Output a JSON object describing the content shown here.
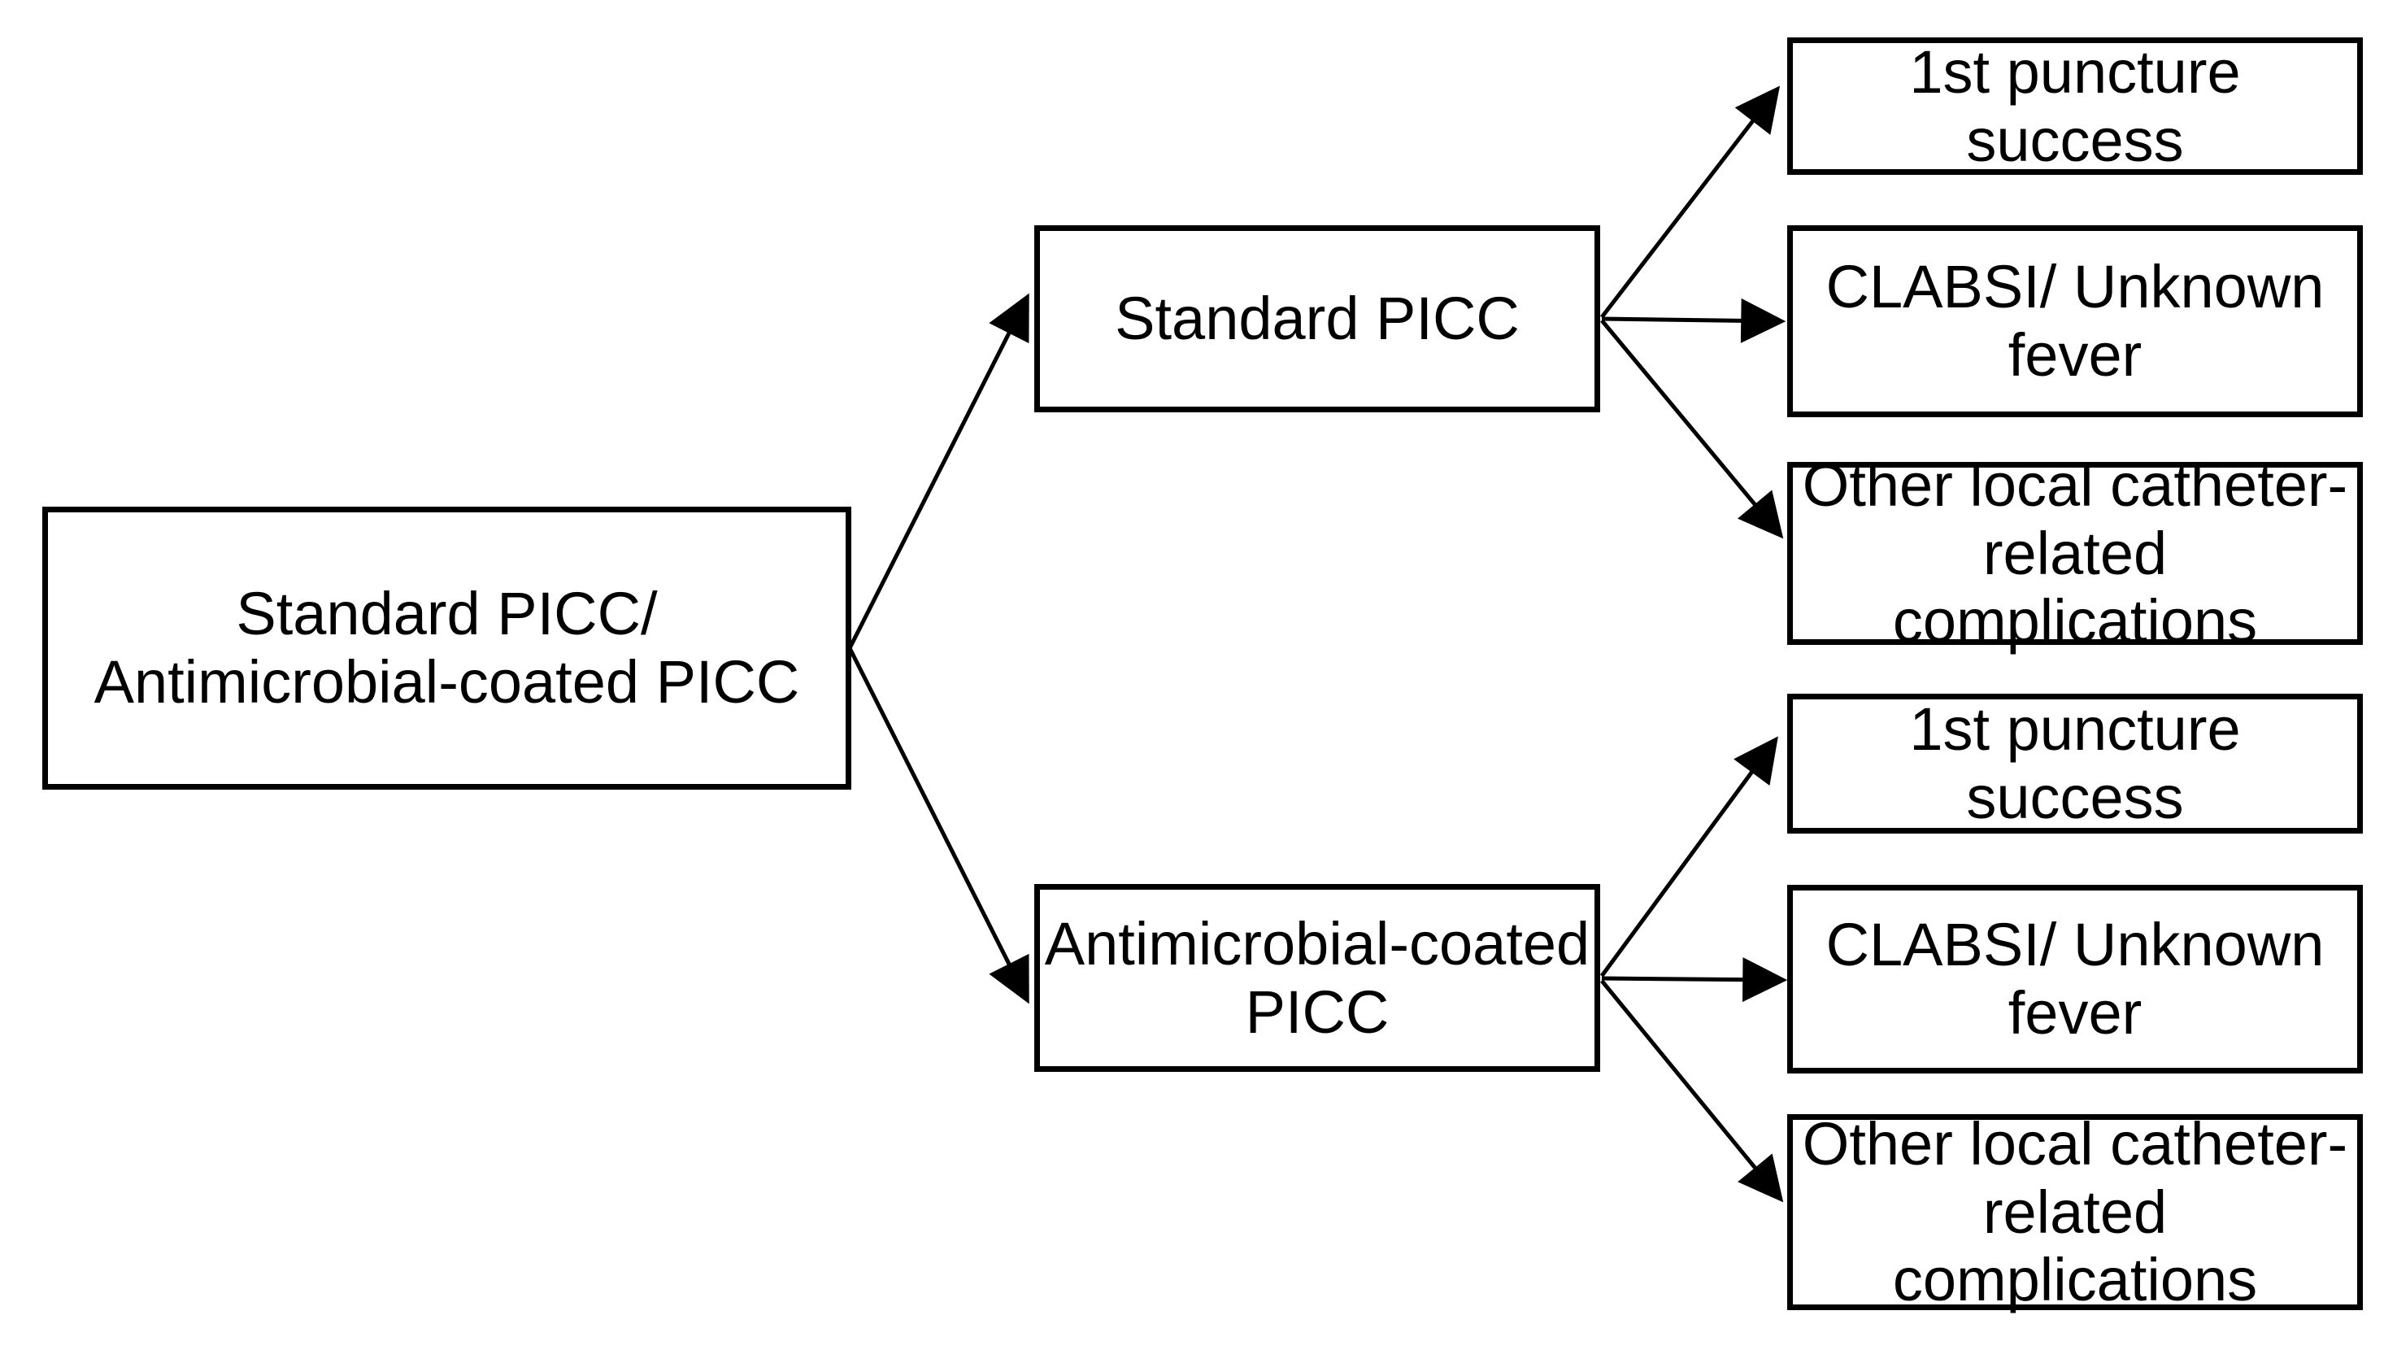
{
  "nodes": {
    "root": {
      "label": "Standard PICC/\nAntimicrobial-coated PICC"
    },
    "standard_picc": {
      "label": "Standard PICC"
    },
    "antimicrobial_picc": {
      "label": "Antimicrobial-coated\nPICC"
    },
    "std_puncture": {
      "label": "1st puncture success"
    },
    "std_clabsi": {
      "label": "CLABSI/ Unknown\nfever"
    },
    "std_other": {
      "label": "Other local catheter-\nrelated complications"
    },
    "amc_puncture": {
      "label": "1st puncture success"
    },
    "amc_clabsi": {
      "label": "CLABSI/ Unknown\nfever"
    },
    "amc_other": {
      "label": "Other local catheter-\nrelated complications"
    }
  },
  "edges": [
    {
      "from": "root",
      "to": "standard_picc"
    },
    {
      "from": "root",
      "to": "antimicrobial_picc"
    },
    {
      "from": "standard_picc",
      "to": "std_puncture"
    },
    {
      "from": "standard_picc",
      "to": "std_clabsi"
    },
    {
      "from": "standard_picc",
      "to": "std_other"
    },
    {
      "from": "antimicrobial_picc",
      "to": "amc_puncture"
    },
    {
      "from": "antimicrobial_picc",
      "to": "amc_clabsi"
    },
    {
      "from": "antimicrobial_picc",
      "to": "amc_other"
    }
  ],
  "colors": {
    "background": "#ffffff",
    "border": "#000000",
    "text": "#000000",
    "arrow": "#000000"
  }
}
